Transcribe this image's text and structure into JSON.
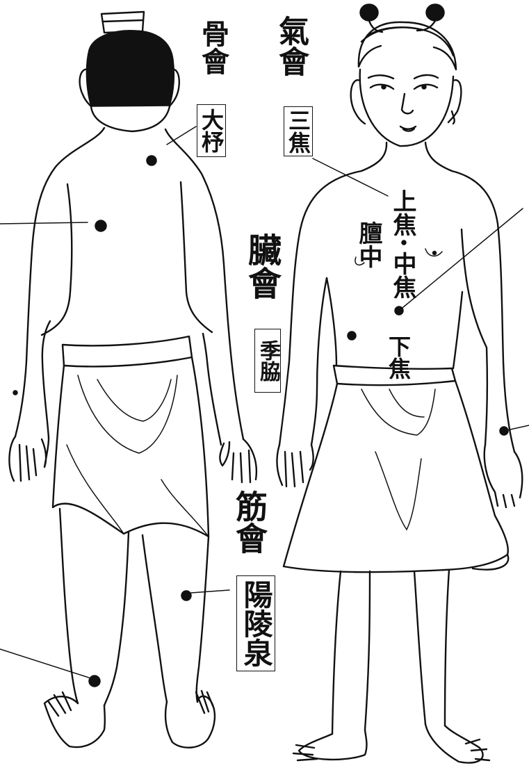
{
  "labels": {
    "bone_meeting": "骨會",
    "dazhu": "大杼",
    "qi_meeting": "氣會",
    "sanjiao": "三焦",
    "upper_jiao": "上焦",
    "tanzhong": "膻中",
    "middle_jiao": "中焦",
    "organ_meeting": "臟會",
    "jixie": "季脇",
    "lower_jiao": "下焦",
    "sinew_meeting": "筋會",
    "yanglingquan": "陽陵泉"
  },
  "colors": {
    "ink": "#111111",
    "paper": "#ffffff"
  }
}
